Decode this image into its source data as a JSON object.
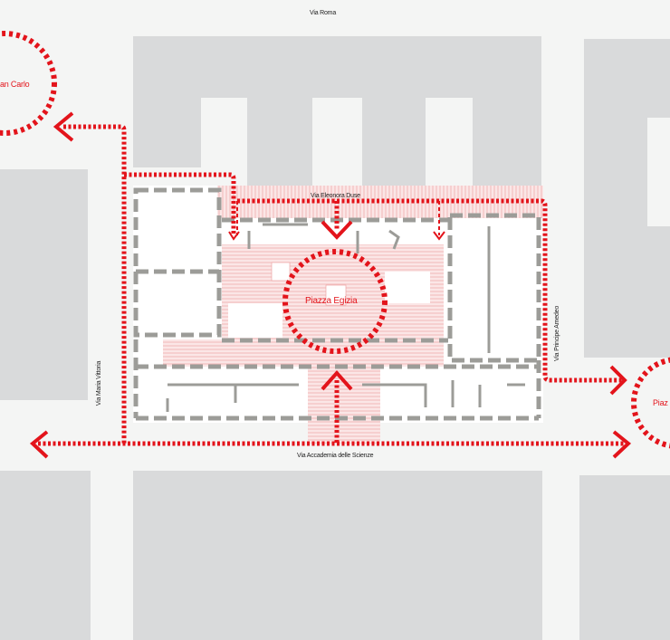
{
  "streets": {
    "via_roma": "Via Roma",
    "via_eleonora_duse": "Via Eleonora Duse",
    "via_maria_vittoria": "Via Maria Vittoria",
    "via_principe_amedeo": "Via Principe Amedeo",
    "via_accademia": "Via Accademia delle Scienze"
  },
  "places": {
    "piazza_egizia": "Piazza Egizia",
    "piazza_san_carlo_cropped": "an Carlo",
    "piazza_right_cropped": "Piaz"
  },
  "colors": {
    "route": "#e3141b",
    "block": "#d9dadb",
    "walls": "#9c9c98",
    "hatch": "#f6d3d3",
    "background": "#f4f5f4"
  }
}
